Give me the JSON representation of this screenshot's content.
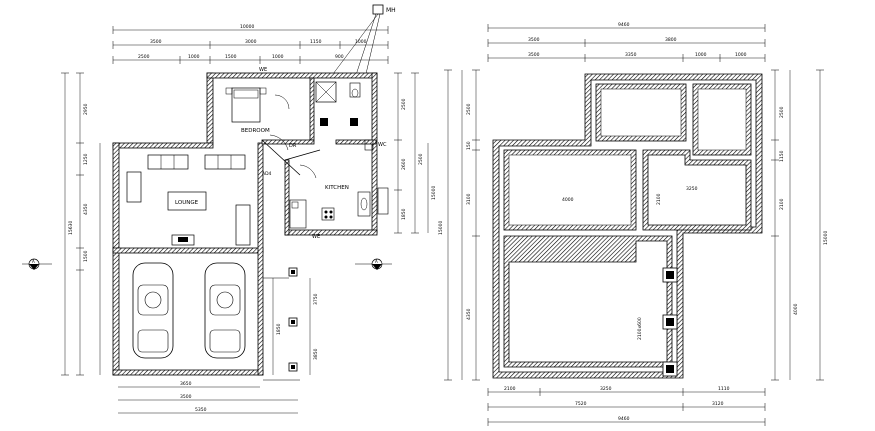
{
  "ground_floor": {
    "rooms": {
      "bedroom": "BEDROOM",
      "lounge": "LOUNGE",
      "kitchen": "KITCHEN",
      "dr": "DR",
      "wc": "WC"
    },
    "tags": {
      "mh": "MH",
      "we_top": "WE",
      "we_bottom": "WE",
      "ad4": "AD4"
    },
    "dims_top": {
      "overall": "10000",
      "row2": [
        "3500",
        "3000",
        "1150",
        "1000"
      ],
      "row3": [
        "2500",
        "1000",
        "1500",
        "1000",
        "900"
      ]
    },
    "dims_bottom": [
      "3650",
      "3500",
      "5350"
    ],
    "dims_left": [
      "2950",
      "1250",
      "4350",
      "1500",
      "15630"
    ],
    "dims_right": [
      "2500",
      "2600",
      "1850",
      "2500",
      "15000"
    ],
    "garage_dims": [
      "1850",
      "3750",
      "3850"
    ]
  },
  "foundation_plan": {
    "dims_top": {
      "overall": "9460",
      "row2": [
        "3500",
        "3800"
      ],
      "row3": [
        "3500",
        "3350",
        "1000",
        "1000"
      ]
    },
    "dims_bottom": {
      "row1": [
        "2100",
        "3250",
        "1110"
      ],
      "row2": [
        "7520",
        "3120"
      ],
      "overall": "9460"
    },
    "dims_left": [
      "2500",
      "150",
      "3100",
      "4350",
      "15000"
    ],
    "dims_right": [
      "2500",
      "1150",
      "2100",
      "4000",
      "15000"
    ],
    "inner_labels": [
      "4000",
      "3250",
      "2100",
      "2100x600"
    ]
  },
  "section_markers": [
    "A",
    "A"
  ]
}
